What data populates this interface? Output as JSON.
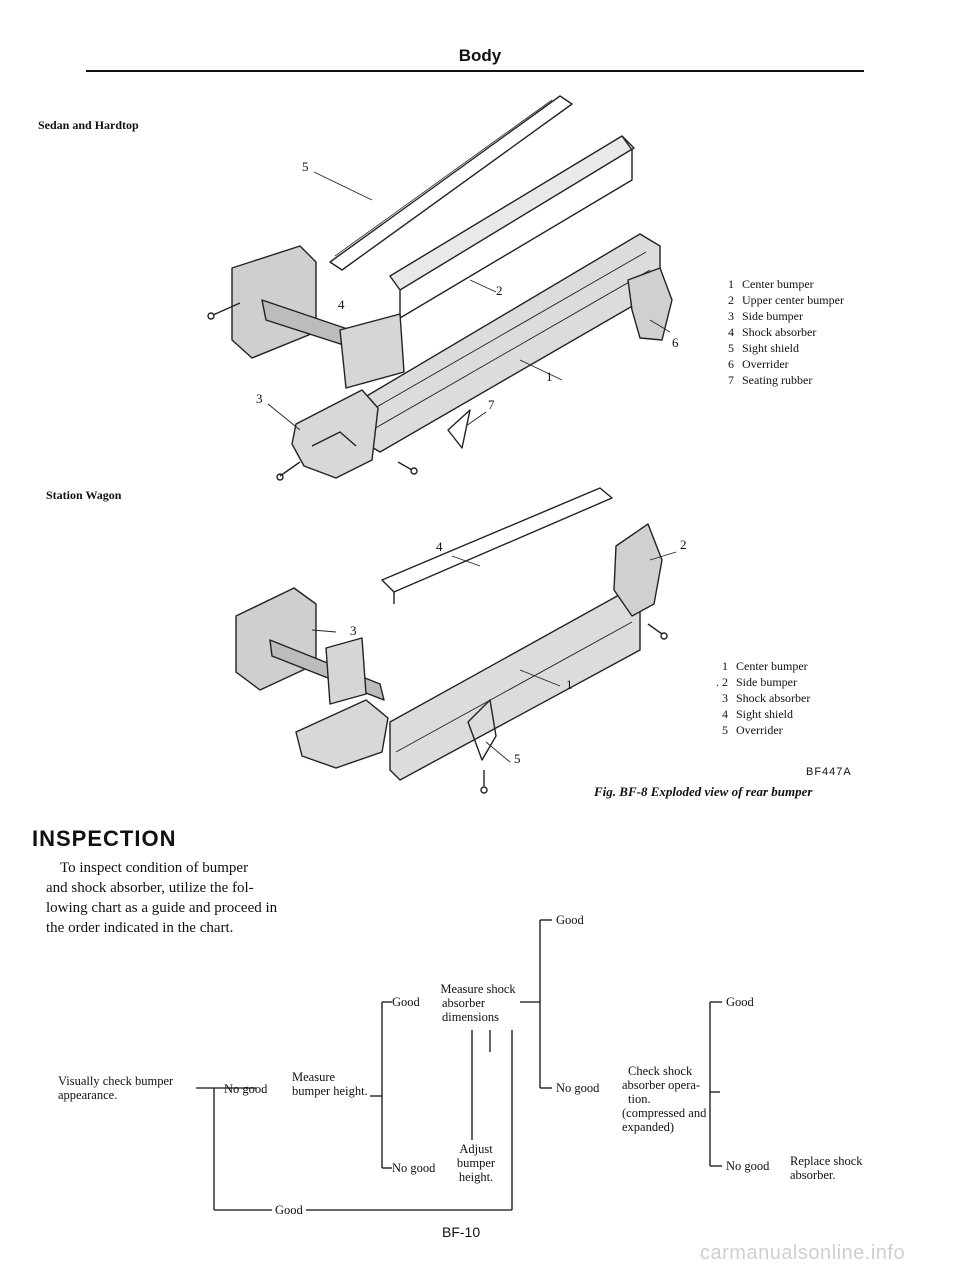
{
  "header": {
    "title": "Body"
  },
  "figure": {
    "section_sedan": "Sedan and Hardtop",
    "section_wagon": "Station Wagon",
    "sedan_callouts": [
      "5",
      "4",
      "2",
      "6",
      "1",
      "3",
      "7"
    ],
    "wagon_callouts": [
      "4",
      "2",
      "3",
      "1",
      "5"
    ],
    "legend_sedan": [
      {
        "num": "1",
        "label": "Center bumper"
      },
      {
        "num": "2",
        "label": "Upper center bumper"
      },
      {
        "num": "3",
        "label": "Side bumper"
      },
      {
        "num": "4",
        "label": "Shock absorber"
      },
      {
        "num": "5",
        "label": "Sight shield"
      },
      {
        "num": "6",
        "label": "Overrider"
      },
      {
        "num": "7",
        "label": "Seating rubber"
      }
    ],
    "legend_wagon": [
      {
        "num": "1",
        "label": "Center bumper"
      },
      {
        "num": ". 2",
        "label": "Side bumper"
      },
      {
        "num": "3",
        "label": "Shock absorber"
      },
      {
        "num": "4",
        "label": "Sight shield"
      },
      {
        "num": "5",
        "label": "Overrider"
      }
    ],
    "code": "BF447A",
    "caption": "Fig. BF-8 Exploded view of rear bumper"
  },
  "inspection": {
    "heading": "INSPECTION",
    "lines": [
      "To inspect condition of bumper",
      "and shock absorber, utilize the fol-",
      "lowing chart as a guide and proceed in",
      "the order indicated in the chart."
    ]
  },
  "flowchart": {
    "visual_check": [
      "Visually check bumper",
      "appearance."
    ],
    "no_good_1": "No good",
    "measure_height": [
      "Measure",
      "bumper height."
    ],
    "good_bottom": "Good",
    "good_2": "Good",
    "measure_shock": [
      "Measure shock",
      "absorber",
      "dimensions"
    ],
    "no_good_2": "No good",
    "adjust": [
      "Adjust",
      "bumper",
      "height."
    ],
    "good_top": "Good",
    "no_good_3": "No good",
    "check_shock": [
      "Check shock",
      "absorber opera-",
      "tion.",
      "(compressed and",
      "expanded)"
    ],
    "good_4": "Good",
    "no_good_4": "No good",
    "replace": [
      "Replace shock",
      "absorber."
    ]
  },
  "footer": {
    "page": "BF-10",
    "watermark": "carmanualsonline.info"
  }
}
